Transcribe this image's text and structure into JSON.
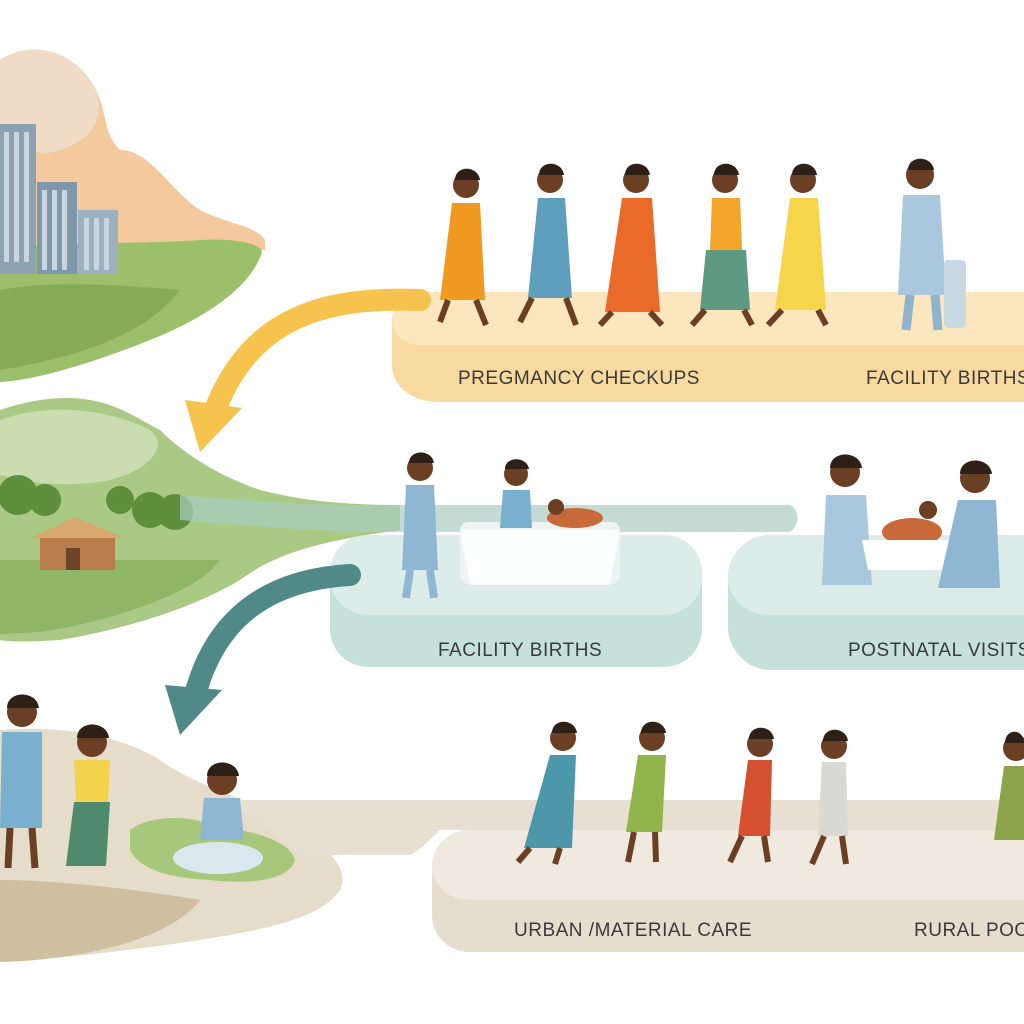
{
  "rows": [
    {
      "labels": [
        "PREGMANCY CHECKUPS",
        "FACILITY BIRTHS"
      ]
    },
    {
      "labels": [
        "FACILITY BIRTHS",
        "POSTNATAL VISITS"
      ]
    },
    {
      "labels": [
        "URBAN /MATERIAL CARE",
        "RURAL POOR"
      ]
    }
  ],
  "colors": {
    "row1_platform": "#f8d9a0",
    "row2_platform": "#cfe6e2",
    "row3_platform": "#eadfcf",
    "arrow1": "#f5c34e",
    "arrow2": "#4f8a89",
    "urban_sky": "#f6c9a0",
    "grass": "#9cbf6b"
  }
}
